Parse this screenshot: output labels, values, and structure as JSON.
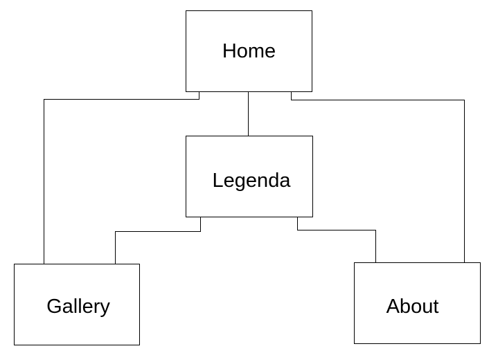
{
  "diagram": {
    "nodes": {
      "home": "Home",
      "legenda": "Legenda",
      "gallery": "Gallery",
      "about": "About"
    }
  }
}
